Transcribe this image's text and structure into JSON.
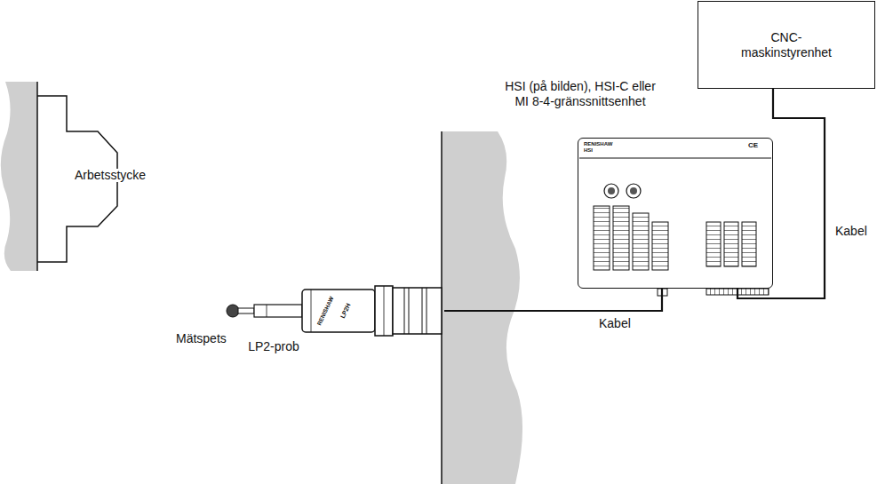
{
  "diagram": {
    "nodes": [
      {
        "text": [
          "CNC- maskinstyrenhet"
        ]
      },
      {
        "text": [
          "HSI (på bilden), HSI-C eller MI 8-4-gränssnittsenhet"
        ]
      },
      {
        "text": [
          "LP2-prob"
        ]
      }
    ],
    "edges": [
      {
        "from": 2,
        "to": 1,
        "label": "Kabel",
        "arrow": "none"
      },
      {
        "from": 1,
        "to": 0,
        "label": "Kabel",
        "arrow": "none"
      }
    ],
    "labels": [
      "Arbetsstycke",
      "Mätspets",
      "RENISHAW",
      "LP2H",
      "RENISHAW",
      "HSI",
      "CE"
    ]
  }
}
